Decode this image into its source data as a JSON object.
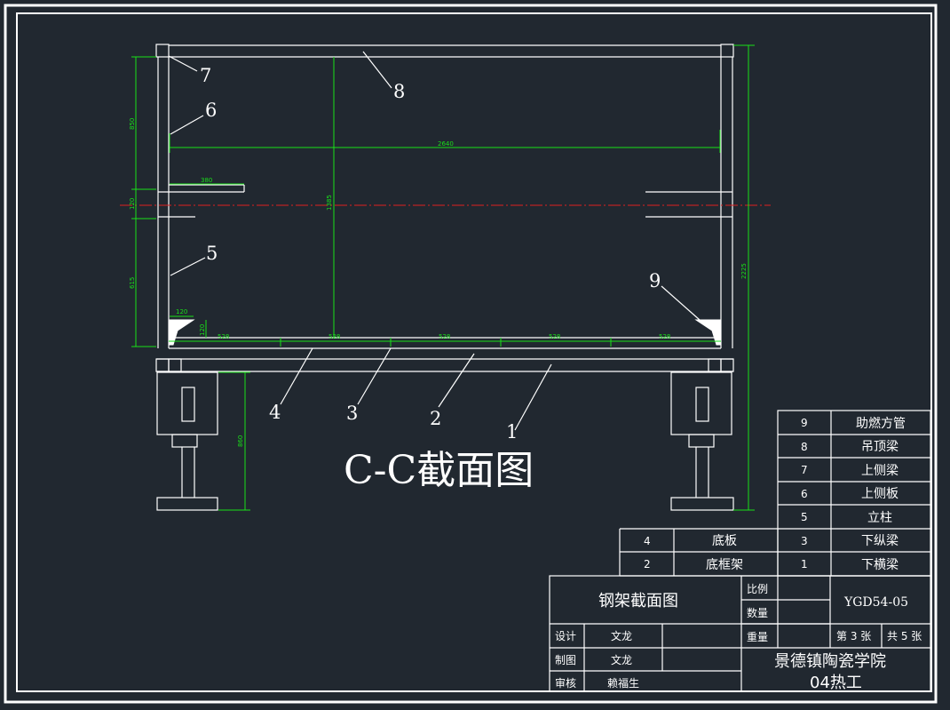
{
  "drawing": {
    "view_title": "C-C截面图",
    "part_callouts": [
      "1",
      "2",
      "3",
      "4",
      "5",
      "6",
      "7",
      "8",
      "9"
    ],
    "dimensions": {
      "overall_height": "2225",
      "inner_width": "2640",
      "upper_height": "850",
      "gap_height": "120",
      "lower_height": "615",
      "interior_height": "1385",
      "burner_depth": "380",
      "corner_width": "120",
      "corner_height": "120",
      "leg_height": "860",
      "bottom_spacings": [
        "528",
        "528",
        "528",
        "528",
        "528"
      ]
    }
  },
  "parts_table": {
    "right_column": [
      {
        "no": "9",
        "name": "助燃方管"
      },
      {
        "no": "8",
        "name": "吊顶梁"
      },
      {
        "no": "7",
        "name": "上侧梁"
      },
      {
        "no": "6",
        "name": "上侧板"
      },
      {
        "no": "5",
        "name": "立柱"
      },
      {
        "no": "3",
        "name": "下纵梁"
      },
      {
        "no": "1",
        "name": "下横梁"
      }
    ],
    "left_column": [
      {
        "no": "4",
        "name": "底板"
      },
      {
        "no": "2",
        "name": "底框架"
      }
    ]
  },
  "title_block": {
    "drawing_name": "钢架截面图",
    "scale_label": "比例",
    "quantity_label": "数量",
    "weight_label": "重量",
    "drawing_code": "YGD54-05",
    "sheet_info": "第 3 张",
    "total_info": "共 5 张",
    "design_label": "设计",
    "design_name": "文龙",
    "draft_label": "制图",
    "draft_name": "文龙",
    "review_label": "审核",
    "review_name": "赖福生",
    "school": "景德镇陶瓷学院",
    "class": "04热工"
  }
}
